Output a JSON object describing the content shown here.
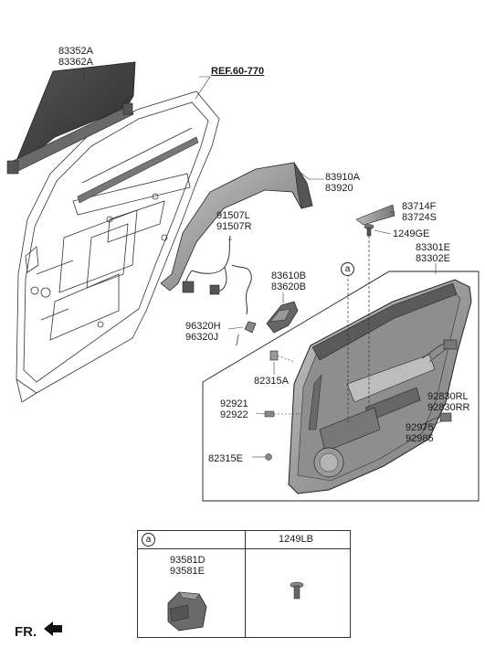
{
  "ref_label": "REF.60-770",
  "parts": {
    "p83352A": "83352A",
    "p83362A": "83362A",
    "p83910A": "83910A",
    "p83920": "83920",
    "p91507L": "91507L",
    "p91507R": "91507R",
    "p83714F": "83714F",
    "p83724S": "83724S",
    "p1249GE": "1249GE",
    "p83301E": "83301E",
    "p83302E": "83302E",
    "p83610B": "83610B",
    "p83620B": "83620B",
    "p96320H": "96320H",
    "p96320J": "96320J",
    "p82315A": "82315A",
    "p92921": "92921",
    "p92922": "92922",
    "p92830RL": "92830RL",
    "p92830RR": "92830RR",
    "p92975": "92975",
    "p92985": "92985",
    "p82315E": "82315E"
  },
  "callout_marker": "a",
  "legend": {
    "col1_marker": "a",
    "col2_header": "1249LB",
    "col1_part_a": "93581D",
    "col1_part_b": "93581E"
  },
  "fr_label": "FR."
}
